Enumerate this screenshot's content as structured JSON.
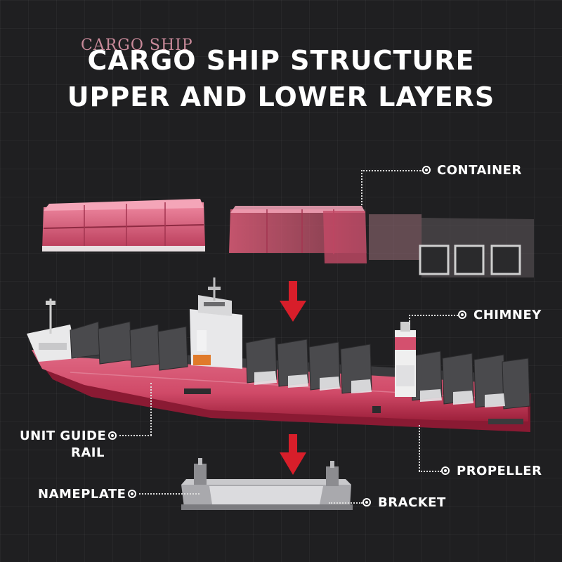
{
  "watermark": "CARGO SHIP",
  "title_line1": "CARGO SHIP STRUCTURE",
  "title_line2": "UPPER AND LOWER LAYERS",
  "labels": {
    "container": "CONTAINER",
    "chimney": "CHIMNEY",
    "unit_guide_rail_1": "UNIT GUIDE",
    "unit_guide_rail_2": "RAIL",
    "propeller": "PROPELLER",
    "nameplate": "NAMEPLATE",
    "bracket": "BRACKET"
  },
  "colors": {
    "hull": "#d4506e",
    "hull_dark": "#a8233f",
    "deck": "#3a3a3c",
    "arrow": "#d81e2a",
    "container": "#d65a75"
  }
}
